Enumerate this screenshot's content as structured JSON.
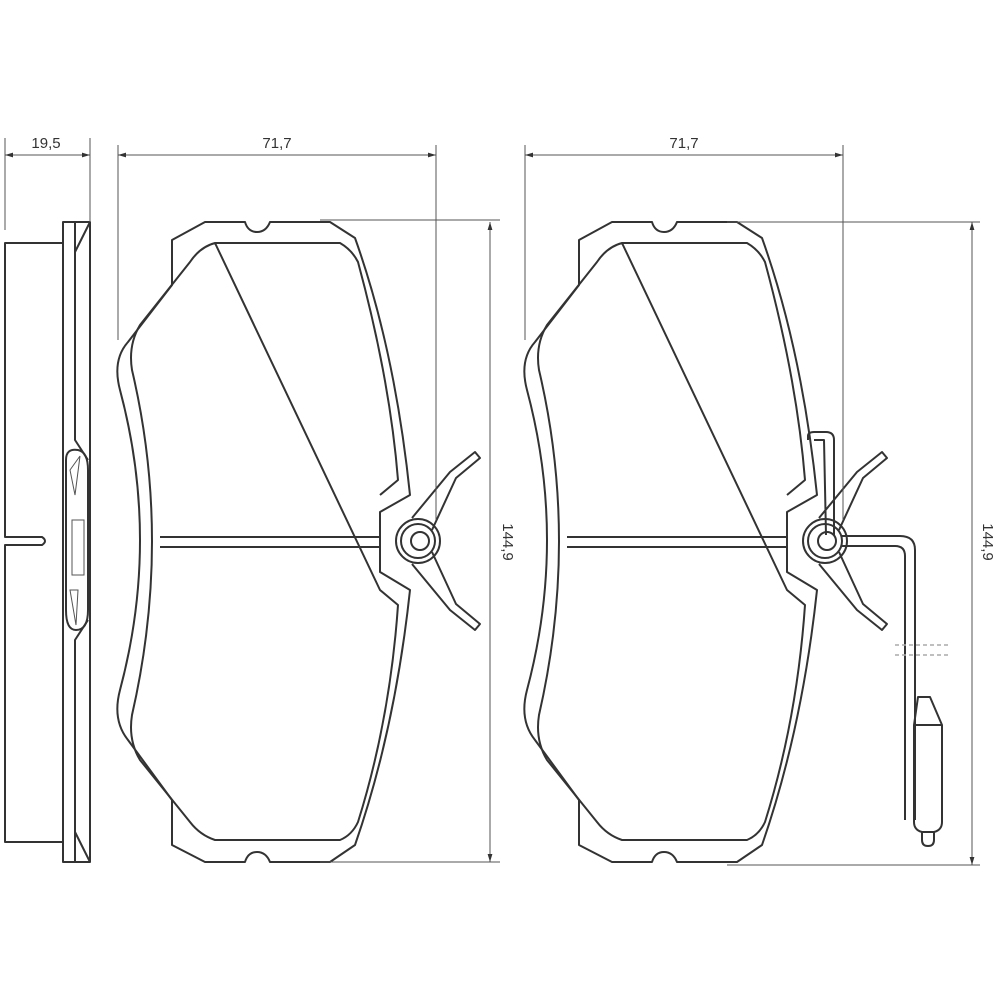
{
  "dimensions": {
    "side_thickness": "19,5",
    "pad_width_left": "71,7",
    "pad_width_right": "71,7",
    "pad_height_right": "144,9",
    "pad_height_far_right": "144,9"
  }
}
